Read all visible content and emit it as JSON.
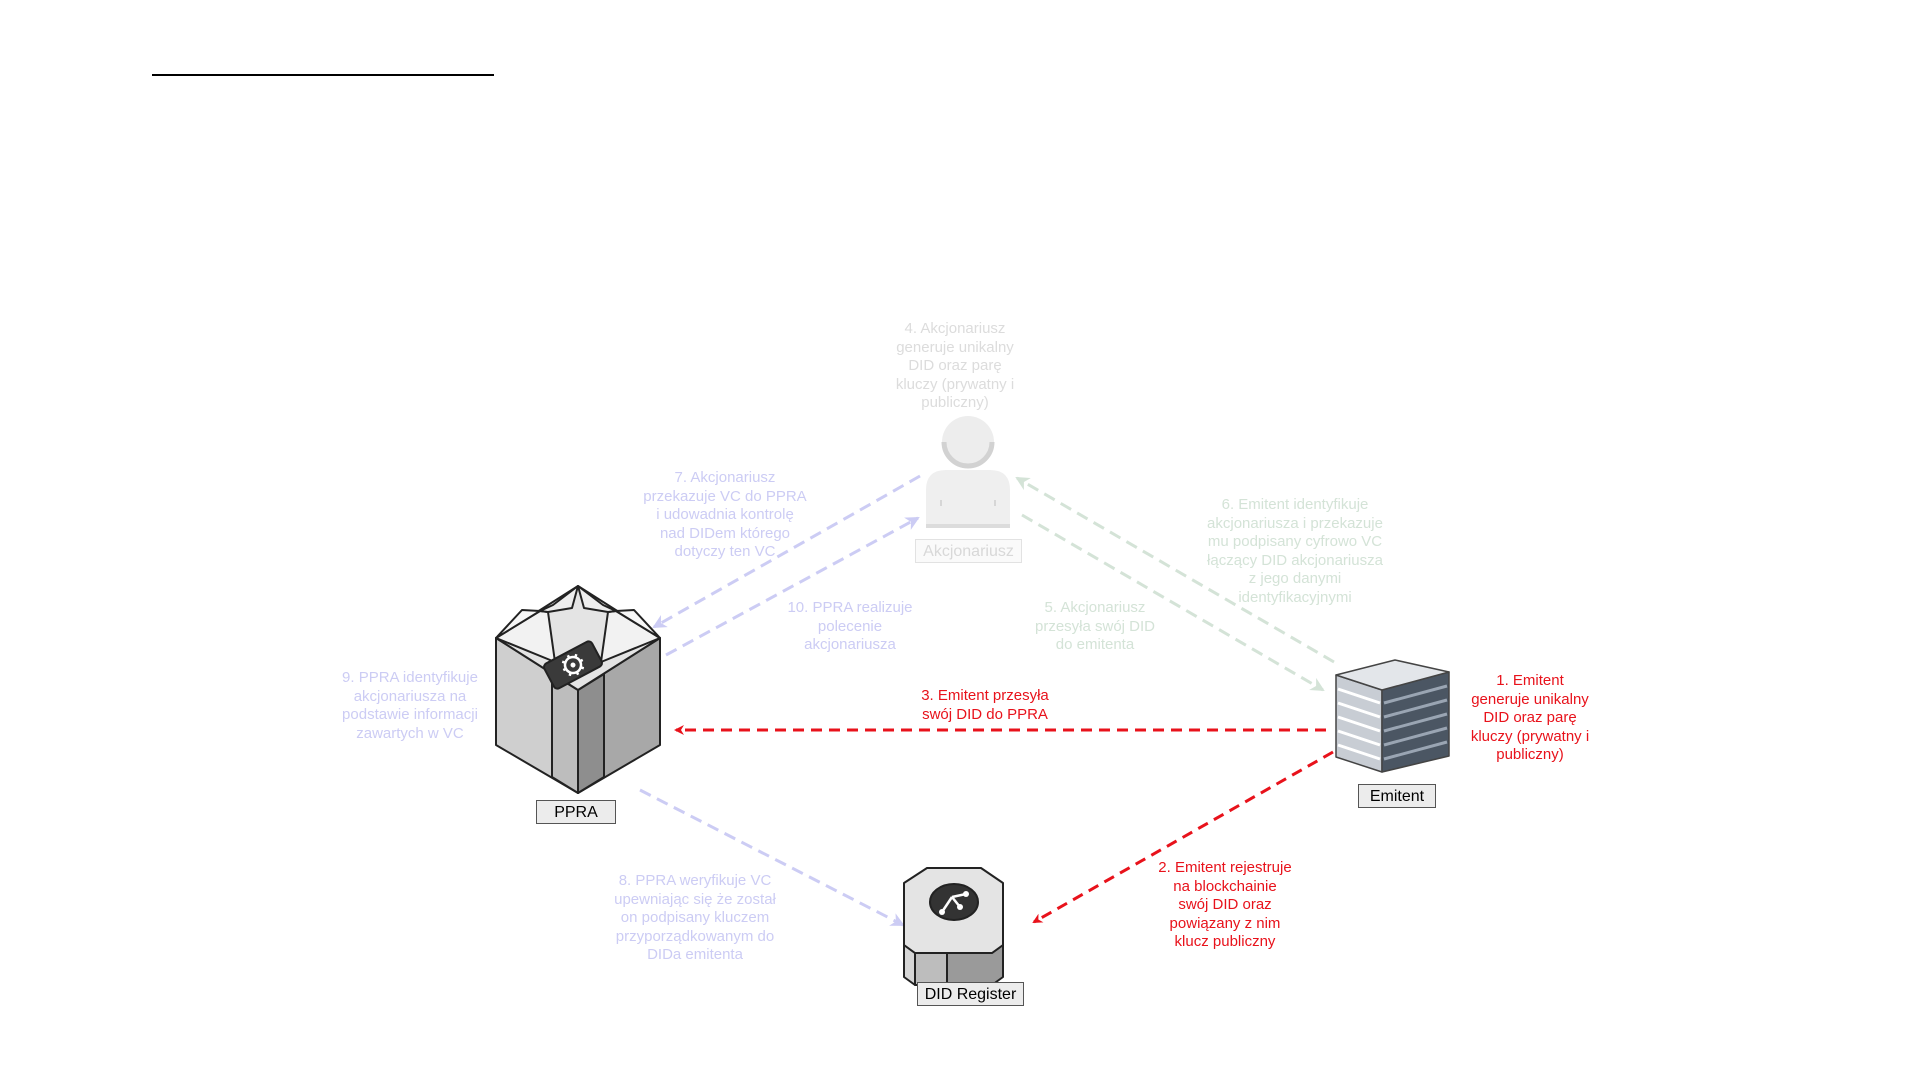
{
  "nodes": {
    "akcjonariusz": "Akcjonariusz",
    "ppra": "PPRA",
    "emitent": "Emitent",
    "did_register": "DID Register"
  },
  "steps": {
    "s1": "1. Emitent\ngeneruje unikalny\nDID oraz parę\nkluczy (prywatny i\npubliczny)",
    "s2": "2. Emitent rejestruje\nna blockchainie\nswój DID oraz\npowiązany z nim\nklucz publiczny",
    "s3": "3. Emitent przesyła\nswój DID do PPRA",
    "s4": "4. Akcjonariusz\ngeneruje unikalny\nDID oraz parę\nkluczy (prywatny i\npubliczny)",
    "s5": "5. Akcjonariusz\nprzesyła swój DID\ndo emitenta",
    "s6": "6. Emitent identyfikuje\nakcjonariusza i przekazuje\nmu podpisany cyfrowo VC\nłączący DID akcjonariusza\nz jego danymi\nidentyfikacyjnymi",
    "s7": "7. Akcjonariusz\nprzekazuje VC do PPRA\ni udowadnia kontrolę\nnad DIDem którego\ndotyczy ten VC",
    "s8": "8. PPRA weryfikuje VC\nupewniając się że został\non podpisany kluczem\nprzyporządkowanym do\nDIDa emitenta",
    "s9": "9. PPRA identyfikuje\nakcjonariusza na\npodstawie informacji\nzawartych w VC",
    "s10": "10. PPRA realizuje\npolecenie\nakcjonariusza"
  },
  "colors": {
    "active": "#e8121b",
    "faded_blue": "#ccccf4",
    "faded_green": "#d4e3d7",
    "faded_gray": "#dcdcdc"
  },
  "icons": {
    "ppra": "open-box-gear-icon",
    "emitent": "office-building-icon",
    "did_register": "database-network-icon",
    "akcjonariusz": "person-icon"
  }
}
